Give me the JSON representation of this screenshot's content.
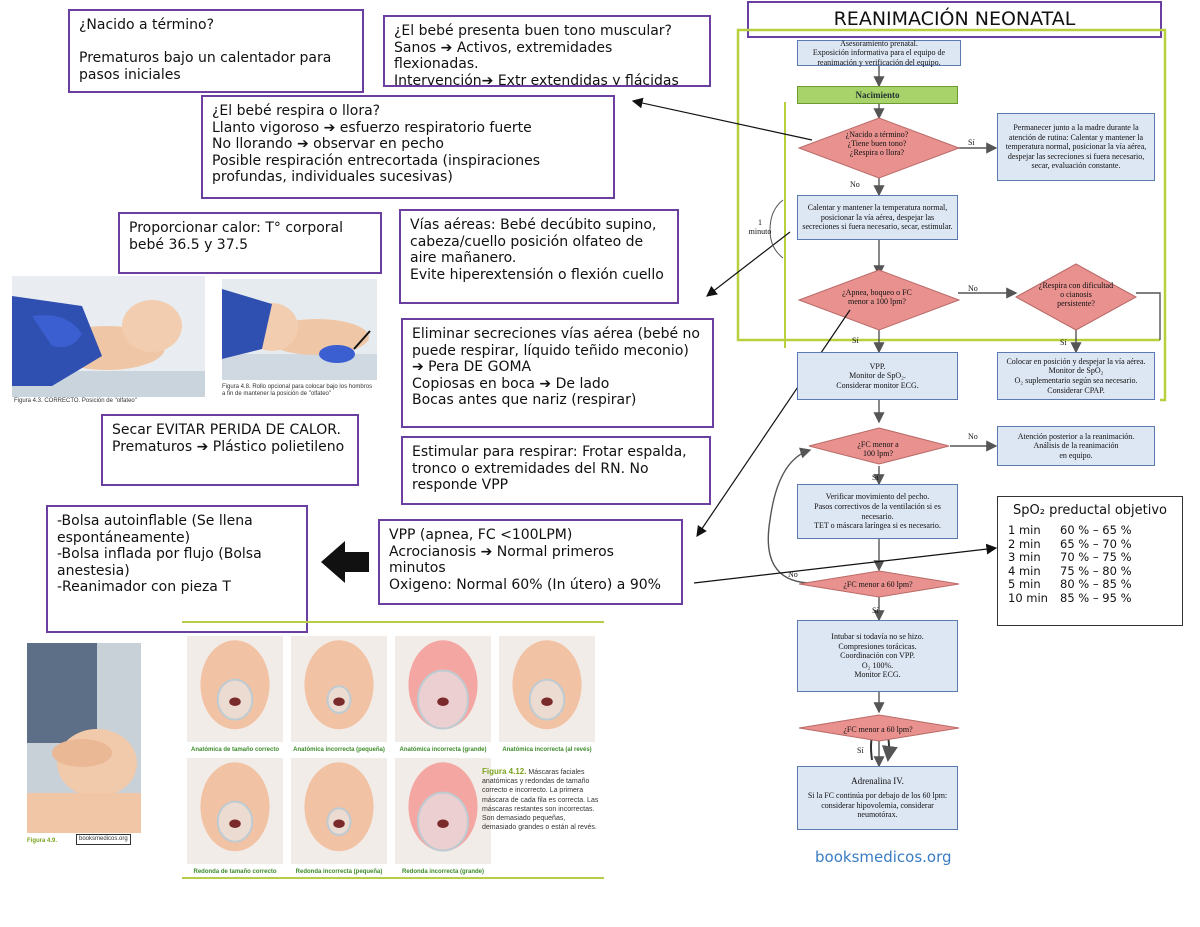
{
  "title": "REANIMACIÓN NEONATAL",
  "notes": {
    "termino": "¿Nacido a término?\n\nPrematuros bajo un calentador para pasos iniciales",
    "tono": "¿El bebé presenta buen tono muscular?\nSanos ➔ Activos, extremidades flexionadas.\nIntervención➔ Extr extendidas y flácidas",
    "respira": "¿El bebé respira o llora?\nLlanto vigoroso ➔ esfuerzo respiratorio fuerte\nNo llorando ➔ observar en pecho\nPosible respiración entrecortada (inspiraciones profundas, individuales sucesivas)",
    "calor": "Proporcionar calor: T° corporal bebé 36.5 y 37.5",
    "vias": "Vías aéreas: Bebé decúbito supino, cabeza/cuello posición olfateo de aire mañanero.\nEvite hiperextensión o flexión cuello",
    "secreciones": "Eliminar secreciones vías aérea (bebé no puede respirar, líquido teñido meconio) ➔ Pera DE GOMA\nCopiosas en boca ➔ De lado\nBocas antes que nariz (respirar)",
    "secar": "Secar EVITAR PERIDA DE CALOR.\nPrematuros ➔ Plástico polietileno",
    "estimular": "Estimular para respirar: Frotar espalda, tronco o extremidades del RN. No responde VPP",
    "bolsa": "-Bolsa autoinflable (Se llena espontáneamente)\n-Bolsa inflada por flujo (Bolsa anestesia)\n-Reanimador con pieza T",
    "vpp": "VPP (apnea, FC <100LPM)\nAcrocianosis ➔ Normal primeros minutos\nOxigeno: Normal 60% (In útero) a 90%"
  },
  "photo_captions": {
    "fig_left": "Figura 4.3. CORRECTO. Posición de \"olfateo\"",
    "fig_right": "Figura 4.8. Rollo opcional para colocar bajo los hombros a fin de mantener la posición de \"olfateo\"",
    "fig_bottom_left": "Figura 4.9.",
    "fig_bottom_left_box": "booksmedicos.org",
    "fig_412_title": "Figura 4.12.",
    "fig_412_text": "Máscaras faciales anatómicas y redondas de tamaño correcto e incorrecto. La primera máscara de cada fila es correcta. Las máscaras restantes son incorrectas. Son demasiado pequeñas, demasiado grandes o están al revés."
  },
  "mask_labels_top": [
    "Anatómica de tamaño correcto",
    "Anatómica incorrecta (pequeña)",
    "Anatómica incorrecta (grande)",
    "Anatómica incorrecta (al revés)"
  ],
  "mask_labels_bottom": [
    "Redonda de tamaño correcto",
    "Redonda incorrecta (pequeña)",
    "Redonda incorrecta (grande)"
  ],
  "flowchart": {
    "prenatal": "Asesoramiento prenatal.\nExposición informativa para el equipo de reanimación y verificación del equipo.",
    "nacimiento": "Nacimiento",
    "d1": "¿Nacido a término?\n¿Tiene buen tono?\n¿Respira o llora?",
    "si1": "Sí",
    "no1": "No",
    "madre": "Permanecer junto a la madre durante la atención de rutina: Calentar y mantener la temperatura normal, posicionar la vía aérea, despejar las secreciones si fuera necesario, secar, evaluación constante.",
    "calentar": "Calentar y mantener la temperatura normal, posicionar la vía aérea, despejar las secreciones si fuera necesario, secar, estimular.",
    "minuto": "1\nminuto",
    "d2": "¿Apnea, boqueo o FC\nmenor a 100 lpm?",
    "no2": "No",
    "si2": "Sí",
    "d3": "¿Respira con dificultad\no cianosis\npersistente?",
    "si3": "Sí",
    "vppbox": "VPP.\nMonitor de SpO₂.\nConsiderar monitor ECG.",
    "colocar": "Colocar en posición y despejar la vía aérea.\nMonitor de SpO₂\nO₂ suplementario según sea necesario.\nConsiderar CPAP.",
    "d4": "¿FC menor a\n100 lpm?",
    "no4": "No",
    "si4": "Sí",
    "atencion": "Atención posterior a la reanimación.\nAnálisis de la reanimación\nen equipo.",
    "verificar": "Verificar movimiento del pecho.\nPasos correctivos de la ventilación si es necesario.\nTET o máscara laríngea si es necesario.",
    "d5": "¿FC menor a 60 lpm?",
    "no5": "No",
    "si5": "Sí",
    "intubar": "Intubar si todavía no se hizo.\nCompresiones torácicas.\nCoordinación con VPP.\nO₂ 100%.\nMonitor ECG.",
    "d6": "¿FC menor a 60 lpm?",
    "si6": "Sí",
    "adrenalina": "Adrenalina IV.",
    "adrenalina_sub": "Si la FC continúa por debajo de los 60 lpm: considerar hipovolemia, considerar neumotórax."
  },
  "spo2": {
    "header": "SpO₂ preductal objetivo",
    "rows": [
      {
        "t": "1 min",
        "v": "60 % – 65 %"
      },
      {
        "t": "2 min",
        "v": "65 % – 70 %"
      },
      {
        "t": "3 min",
        "v": "70 % – 75 %"
      },
      {
        "t": "4 min",
        "v": "75 % – 80 %"
      },
      {
        "t": "5 min",
        "v": "80 % – 85 %"
      },
      {
        "t": "10 min",
        "v": "85 % – 95 %"
      }
    ]
  },
  "footer": "booksmedicos.org",
  "colors": {
    "note_border": "#6b3fa0",
    "diamond": "#e8918f",
    "box_fill": "#dde6f3",
    "green": "#a8d26a",
    "link": "#3a7cc4"
  }
}
